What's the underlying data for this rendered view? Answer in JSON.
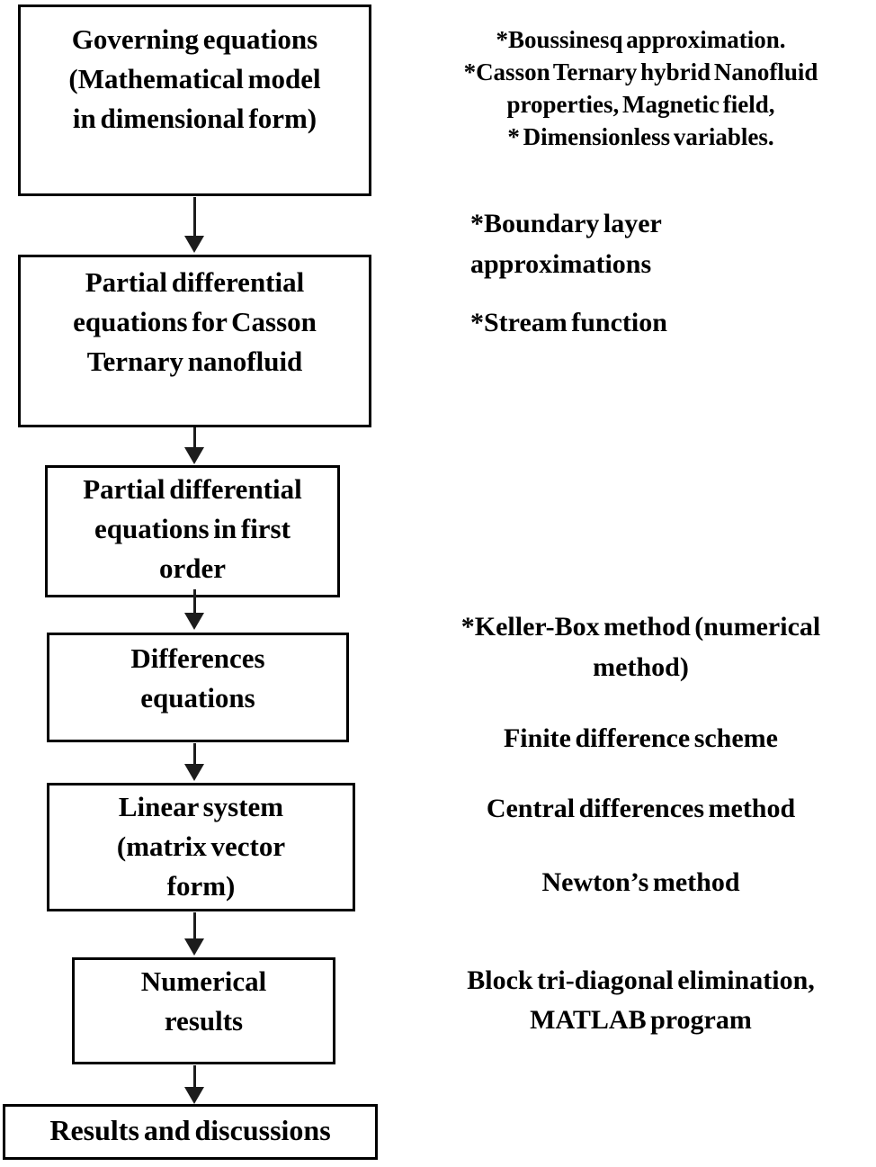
{
  "flowchart": {
    "boxes": [
      {
        "id": "governing-equations",
        "text": "Governing equations\n(Mathematical model\nin dimensional form)"
      },
      {
        "id": "pde-casson-ternary",
        "text": "Partial differential\nequations for Casson\nTernary nanofluid"
      },
      {
        "id": "pde-first-order",
        "text": "Partial differential\nequations in first\norder"
      },
      {
        "id": "differences-equations",
        "text": "Differences\nequations"
      },
      {
        "id": "linear-system",
        "text": "Linear system\n(matrix vector\nform)"
      },
      {
        "id": "numerical-results",
        "text": "Numerical\nresults"
      },
      {
        "id": "results-discussions",
        "text": "Results and discussions"
      }
    ],
    "annotations": [
      {
        "id": "model-assumptions",
        "text": "*Boussinesq approximation.\n*Casson Ternary hybrid Nanofluid\nproperties, Magnetic field,\n* Dimensionless variables."
      },
      {
        "id": "boundary-layer",
        "text": "*Boundary layer\napproximations"
      },
      {
        "id": "stream-function",
        "text": "*Stream function"
      },
      {
        "id": "keller-box",
        "text": "*Keller-Box method (numerical\nmethod)"
      },
      {
        "id": "finite-difference",
        "text": "Finite difference scheme"
      },
      {
        "id": "central-differences",
        "text": "Central differences method"
      },
      {
        "id": "newtons-method",
        "text": "Newton’s method"
      },
      {
        "id": "block-tridiagonal",
        "text": "Block tri-diagonal elimination,\nMATLAB program"
      }
    ],
    "colors": {
      "background": "#ffffff",
      "box_border": "#000000",
      "text": "#000000",
      "arrow": "#1c1c1c"
    }
  }
}
